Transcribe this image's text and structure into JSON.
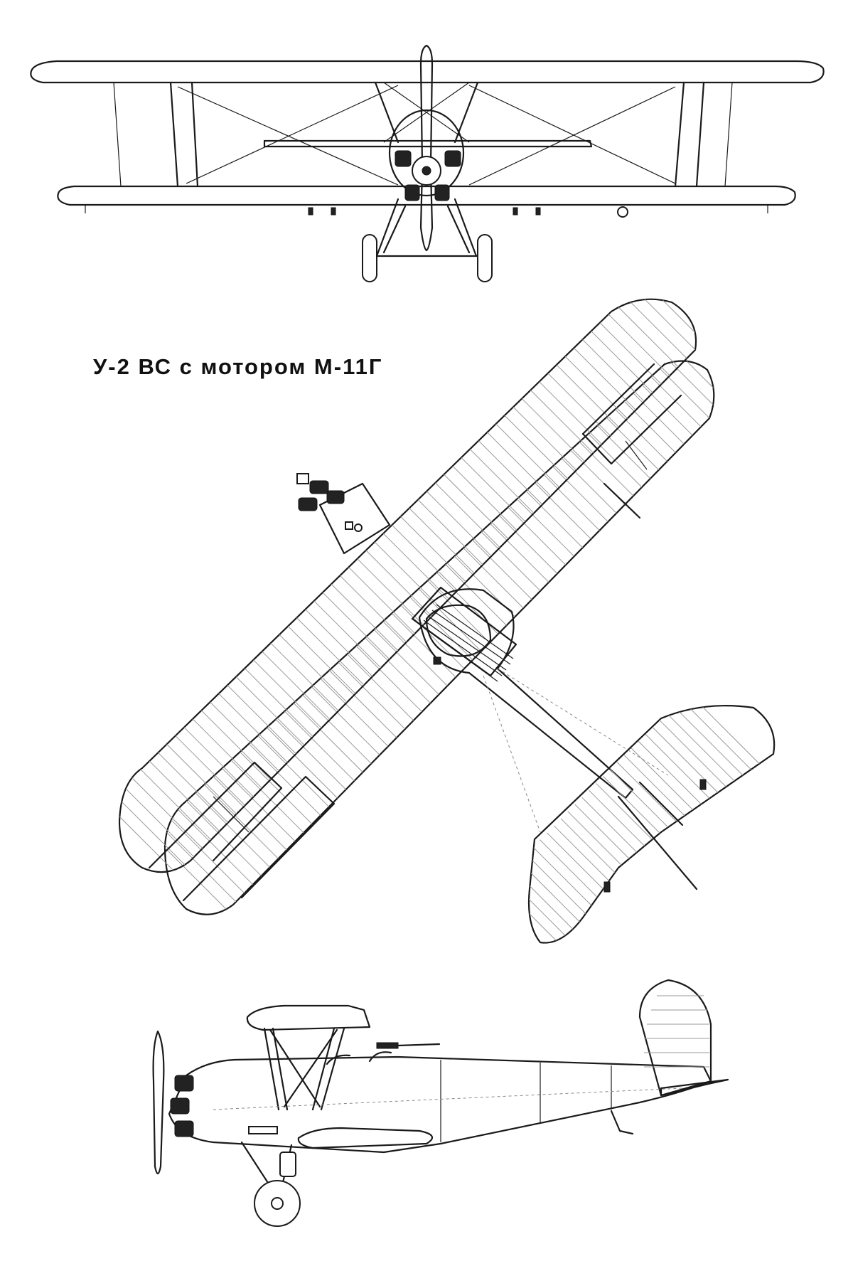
{
  "drawing": {
    "title": "У-2 ВС с мотором М-11Г",
    "views": [
      {
        "view": "front",
        "icon": "biplane-front-view"
      },
      {
        "view": "top",
        "icon": "biplane-top-view"
      },
      {
        "view": "side",
        "icon": "biplane-side-view"
      }
    ],
    "line_color": "#1a1a1a",
    "background": "#ffffff"
  }
}
